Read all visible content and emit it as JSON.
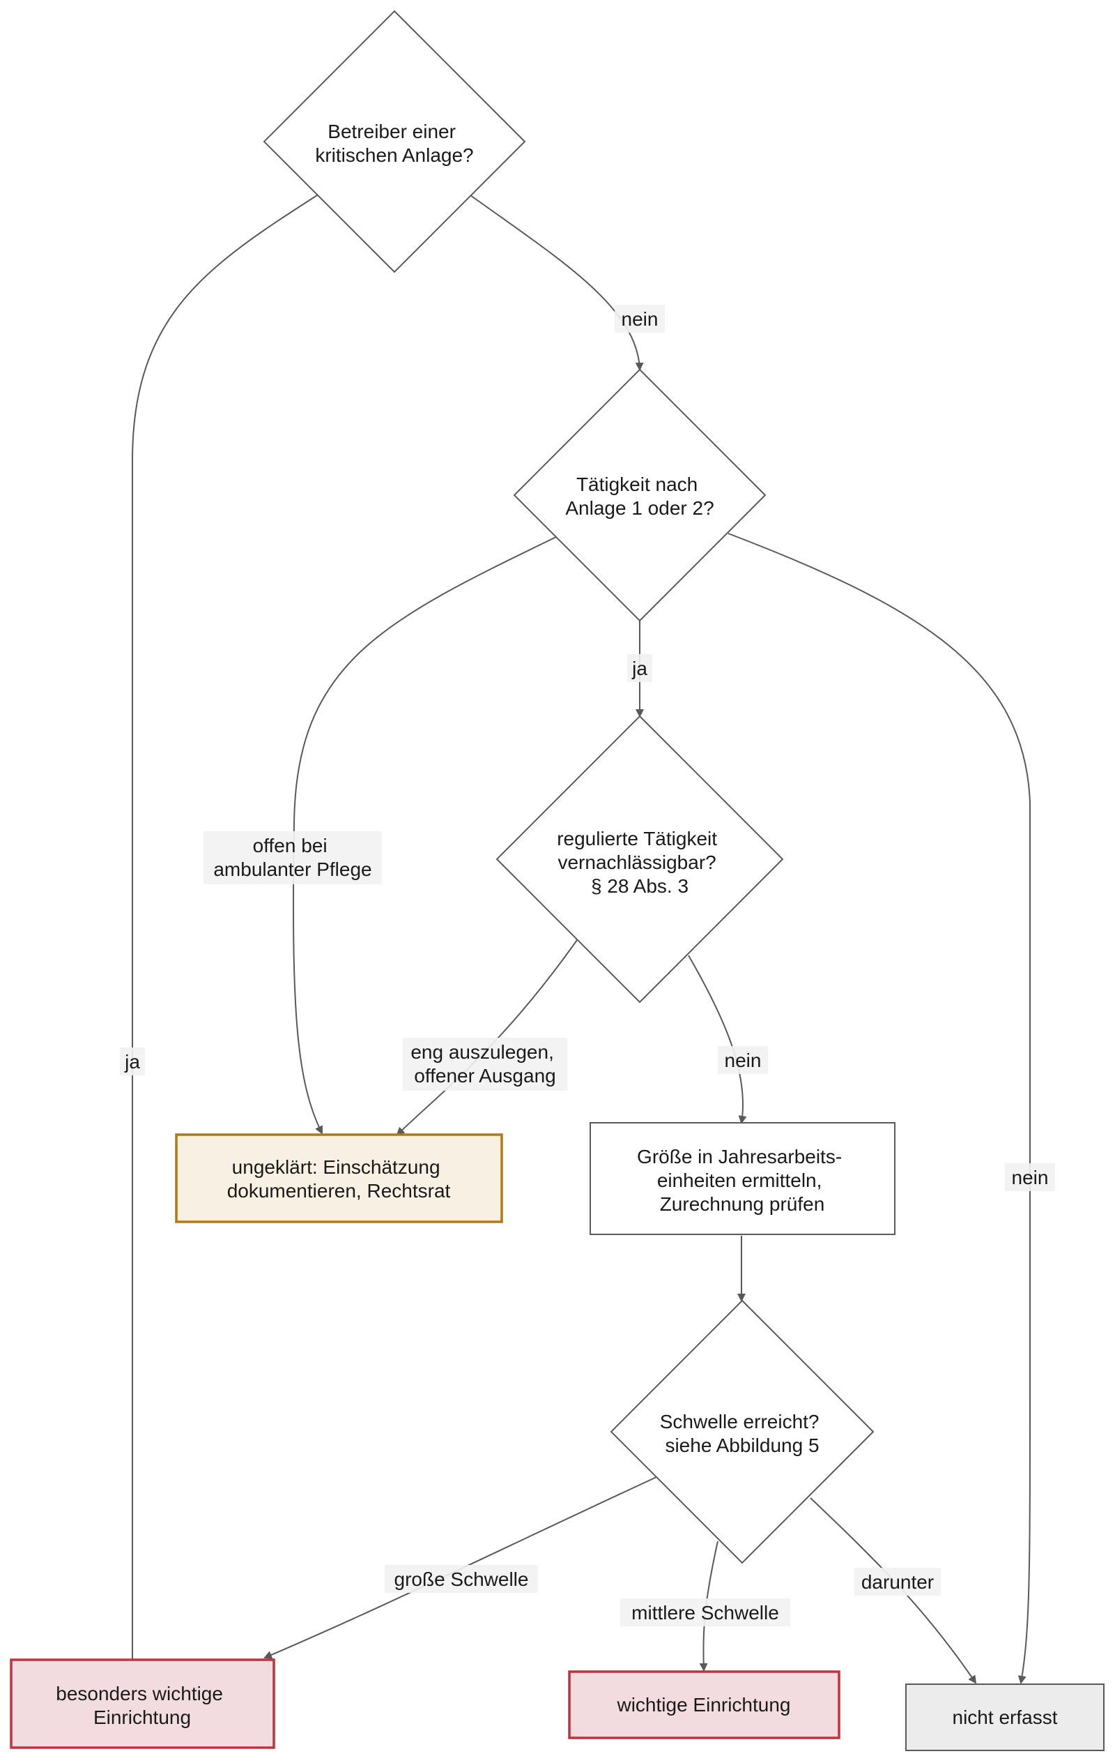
{
  "nodes": {
    "d1": {
      "lines": [
        "Betreiber einer",
        "kritischen Anlage?"
      ]
    },
    "d2": {
      "lines": [
        "Tätigkeit nach",
        "Anlage 1 oder 2?"
      ]
    },
    "d3": {
      "lines": [
        "regulierte Tätigkeit",
        "vernachlässigbar?",
        "§ 28 Abs. 3"
      ]
    },
    "unclear": {
      "lines": [
        "ungeklärt: Einschätzung",
        "dokumentieren, Rechtsrat"
      ]
    },
    "size": {
      "lines": [
        "Größe in Jahresarbeits-",
        "einheiten ermitteln,",
        "Zurechnung prüfen"
      ]
    },
    "d4": {
      "lines": [
        "Schwelle erreicht?",
        "siehe Abbildung 5"
      ]
    },
    "bwe": {
      "lines": [
        "besonders wichtige",
        "Einrichtung"
      ]
    },
    "we": {
      "lines": [
        "wichtige Einrichtung"
      ]
    },
    "ne": {
      "lines": [
        "nicht erfasst"
      ]
    }
  },
  "edges": {
    "d1_ja": {
      "lines": [
        "ja"
      ]
    },
    "d1_nein": {
      "lines": [
        "nein"
      ]
    },
    "d2_ja": {
      "lines": [
        "ja"
      ]
    },
    "d2_offen": {
      "lines": [
        "offen bei",
        "ambulanter Pflege"
      ]
    },
    "d2_nein": {
      "lines": [
        "nein"
      ]
    },
    "d3_eng": {
      "lines": [
        "eng auszulegen,",
        "offener Ausgang"
      ]
    },
    "d3_nein": {
      "lines": [
        "nein"
      ]
    },
    "d4_gross": {
      "lines": [
        "große Schwelle"
      ]
    },
    "d4_mittel": {
      "lines": [
        "mittlere Schwelle"
      ]
    },
    "d4_darunter": {
      "lines": [
        "darunter"
      ]
    }
  },
  "colors": {
    "line": "#595959",
    "unclear_fill": "#f7f0e3",
    "unclear_border": "#b07a10",
    "important_fill": "#f3dcdf",
    "important_border": "#c0323d",
    "not_covered_fill": "#ececec"
  }
}
